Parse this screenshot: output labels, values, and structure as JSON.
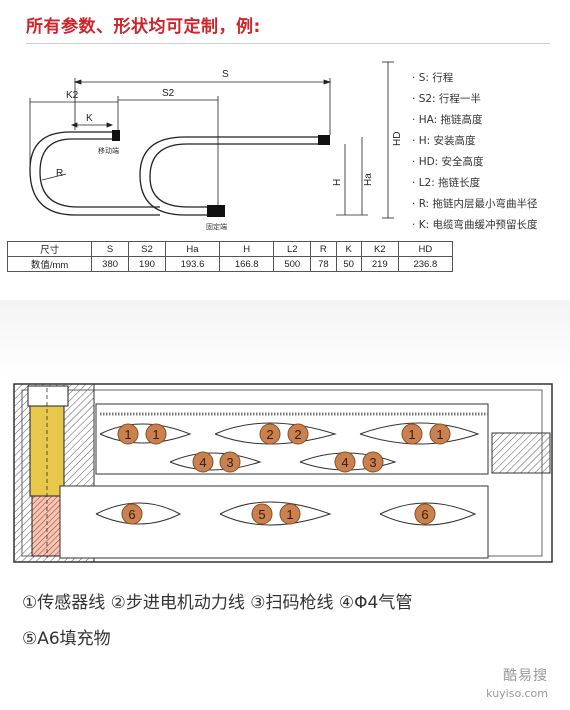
{
  "header": {
    "title": "所有参数、形状均可定制，例:"
  },
  "diagram1": {
    "labels": {
      "s": "S",
      "s2": "S2",
      "k2": "K2",
      "k": "K",
      "r": "R",
      "h": "H",
      "ha": "Ha",
      "hd": "HD",
      "moving_end": "移动端",
      "fixed_end": "固定端"
    }
  },
  "legend": [
    "S: 行程",
    "S2: 行程一半",
    "HA: 拖链高度",
    "H: 安装高度",
    "HD: 安全高度",
    "L2: 拖链长度",
    "R: 拖链内层最小弯曲半径",
    "K: 电缆弯曲缓冲预留长度"
  ],
  "table": {
    "header": [
      "尺寸",
      "S",
      "S2",
      "Ha",
      "H",
      "L2",
      "R",
      "K",
      "K2",
      "HD"
    ],
    "row": [
      "数值/mm",
      "380",
      "190",
      "193.6",
      "166.8",
      "500",
      "78",
      "50",
      "219",
      "236.8"
    ]
  },
  "cross_section": {
    "cables": [
      "1",
      "1",
      "2",
      "2",
      "1",
      "1",
      "4",
      "3",
      "4",
      "3",
      "6",
      "5",
      "1",
      "6"
    ]
  },
  "captions": {
    "line1": "①传感器线 ②步进电机动力线 ③扫码枪线 ④Φ4气管",
    "line2": "⑤A6填充物"
  },
  "watermark": {
    "cn": "酷易搜",
    "en": "kuyiso.com"
  },
  "colors": {
    "title_red": "#d0232a",
    "cable_copper": "#c9824f",
    "hatch_red": "#c0392b",
    "screw_yellow": "#e7c84a"
  }
}
